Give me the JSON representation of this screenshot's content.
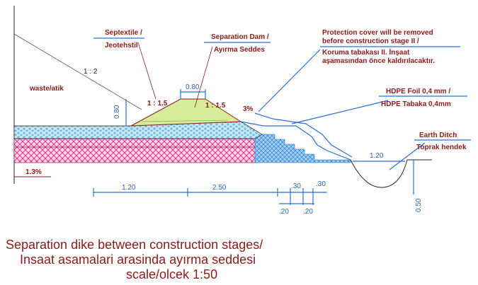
{
  "labels": {
    "septextile_1": "Septextile /",
    "septextile_2": "Jeotehstil",
    "dam_1": "Separation Dam /",
    "dam_2": "Ayırma Seddes",
    "cover_1": "Protection cover will be removed",
    "cover_2": "before construction stage II /",
    "cover_3": "Koruma tabakası II. İnşaat",
    "cover_4": "aşamasından önce kaldırılacaktır.",
    "hdpe_1": "HDPE Foil  0,4 mm /",
    "hdpe_2": "HDPE Tabaka 0,4mm",
    "ditch_1": "Earth Ditch",
    "ditch_2": "Toprak hendek",
    "waste": "waste/atik",
    "slope_main": "1 : 2",
    "slope_left": "1 : 1.5",
    "slope_right": "1 : 1.5",
    "top_width": "0.80",
    "height": "0.80",
    "gradient_top": "3%",
    "gradient_left": "1.3%",
    "ditch_width": "1.20",
    "ditch_depth": "0.50"
  },
  "dimensions": {
    "d1": "1.20",
    "d2": "2.50",
    "d3": ".30",
    "d4": ".30",
    "d5": ".20",
    "d6": ".20"
  },
  "caption": {
    "line1": "Separation dike between construction stages/",
    "line2": "Insaat asamalari arasinda ayırma seddesi",
    "line3": "scale/olcek 1:50"
  },
  "colors": {
    "gravel": "#b9e6f5",
    "hatch": "#e0208a",
    "dike": "#c9e48a",
    "line_blue": "#2a6fd6",
    "text_red": "#8b1a1a"
  }
}
